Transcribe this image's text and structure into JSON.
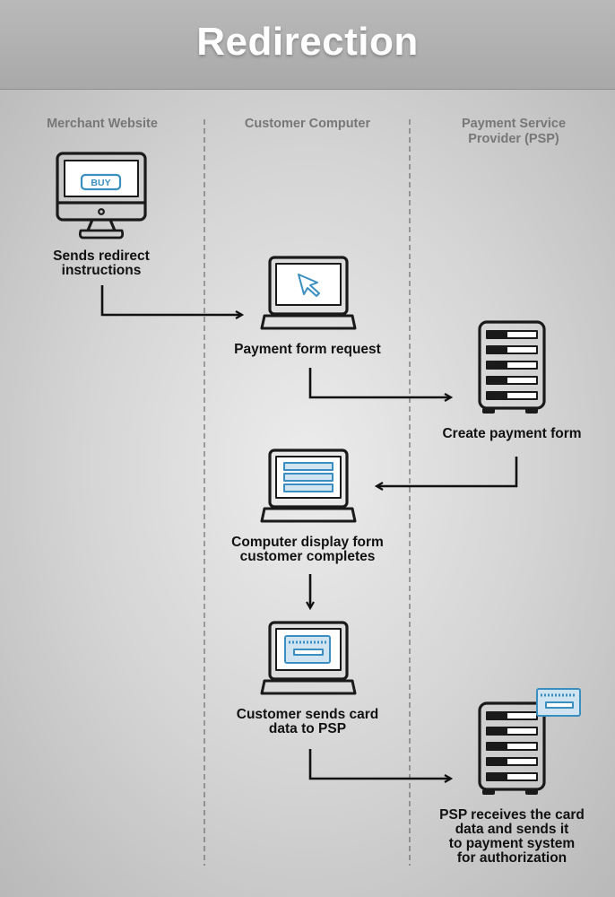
{
  "title": "Redirection",
  "columns": [
    "Merchant Website",
    "Customer Computer",
    "Payment Service\nProvider (PSP)"
  ],
  "steps": [
    {
      "text": "Sends redirect\ninstructions"
    },
    {
      "text": "Payment form request"
    },
    {
      "text": "Create payment form"
    },
    {
      "text": "Computer display form\ncustomer completes"
    },
    {
      "text": "Customer sends card\ndata to PSP"
    },
    {
      "text": "PSP receives the card\ndata and sends it\nto payment system\nfor authorization"
    }
  ],
  "icons": {
    "monitor_button_label": "BUY",
    "accent_color": "#3b8fc0",
    "stroke_color": "#1a1a1a"
  }
}
